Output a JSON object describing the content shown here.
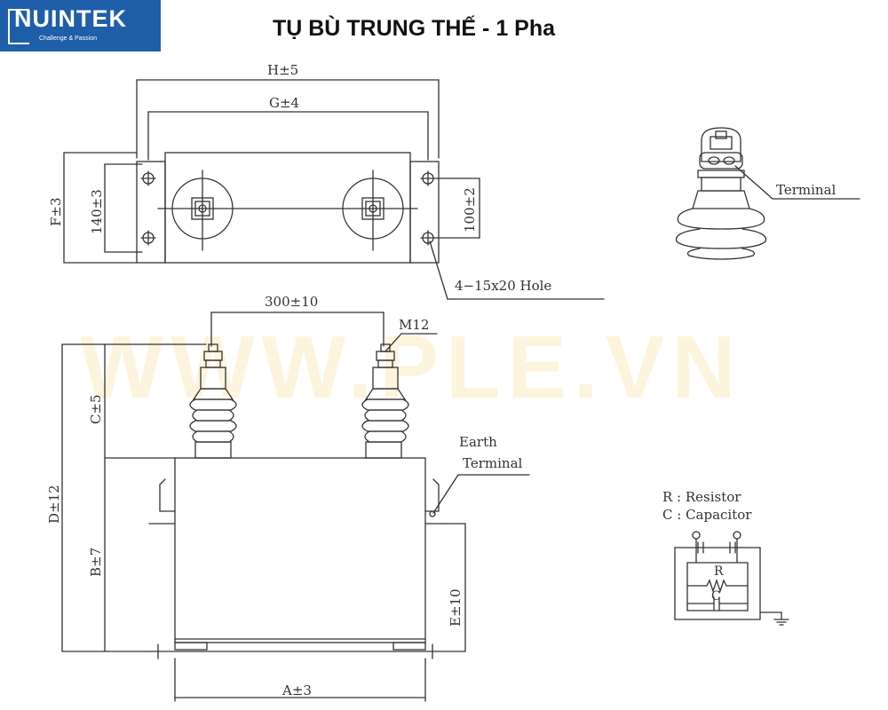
{
  "header": {
    "logo_text": "NUINTEK",
    "logo_tagline": "Challenge & Passion",
    "title": "TỤ BÙ TRUNG THẾ - 1 Pha",
    "brand_color": "#1f5ea8"
  },
  "watermark": "WWW.PLE.VN",
  "top_view": {
    "dim_h": "H±5",
    "dim_g": "G±4",
    "dim_f": "F±3",
    "dim_140": "140±3",
    "dim_100": "100±2",
    "hole_label": "4−15x20 Hole"
  },
  "terminal_detail": {
    "label": "Terminal"
  },
  "front_view": {
    "dim_300": "300±10",
    "bolt_label": "M12",
    "dim_c": "C±5",
    "dim_d": "D±12",
    "dim_b": "B±7",
    "dim_e": "E±10",
    "dim_a": "A±3",
    "earth_label_1": "Earth",
    "earth_label_2": "Terminal"
  },
  "legend": {
    "resistor": "R : Resistor",
    "capacitor": "C : Capacitor",
    "r": "R",
    "c": "C"
  }
}
